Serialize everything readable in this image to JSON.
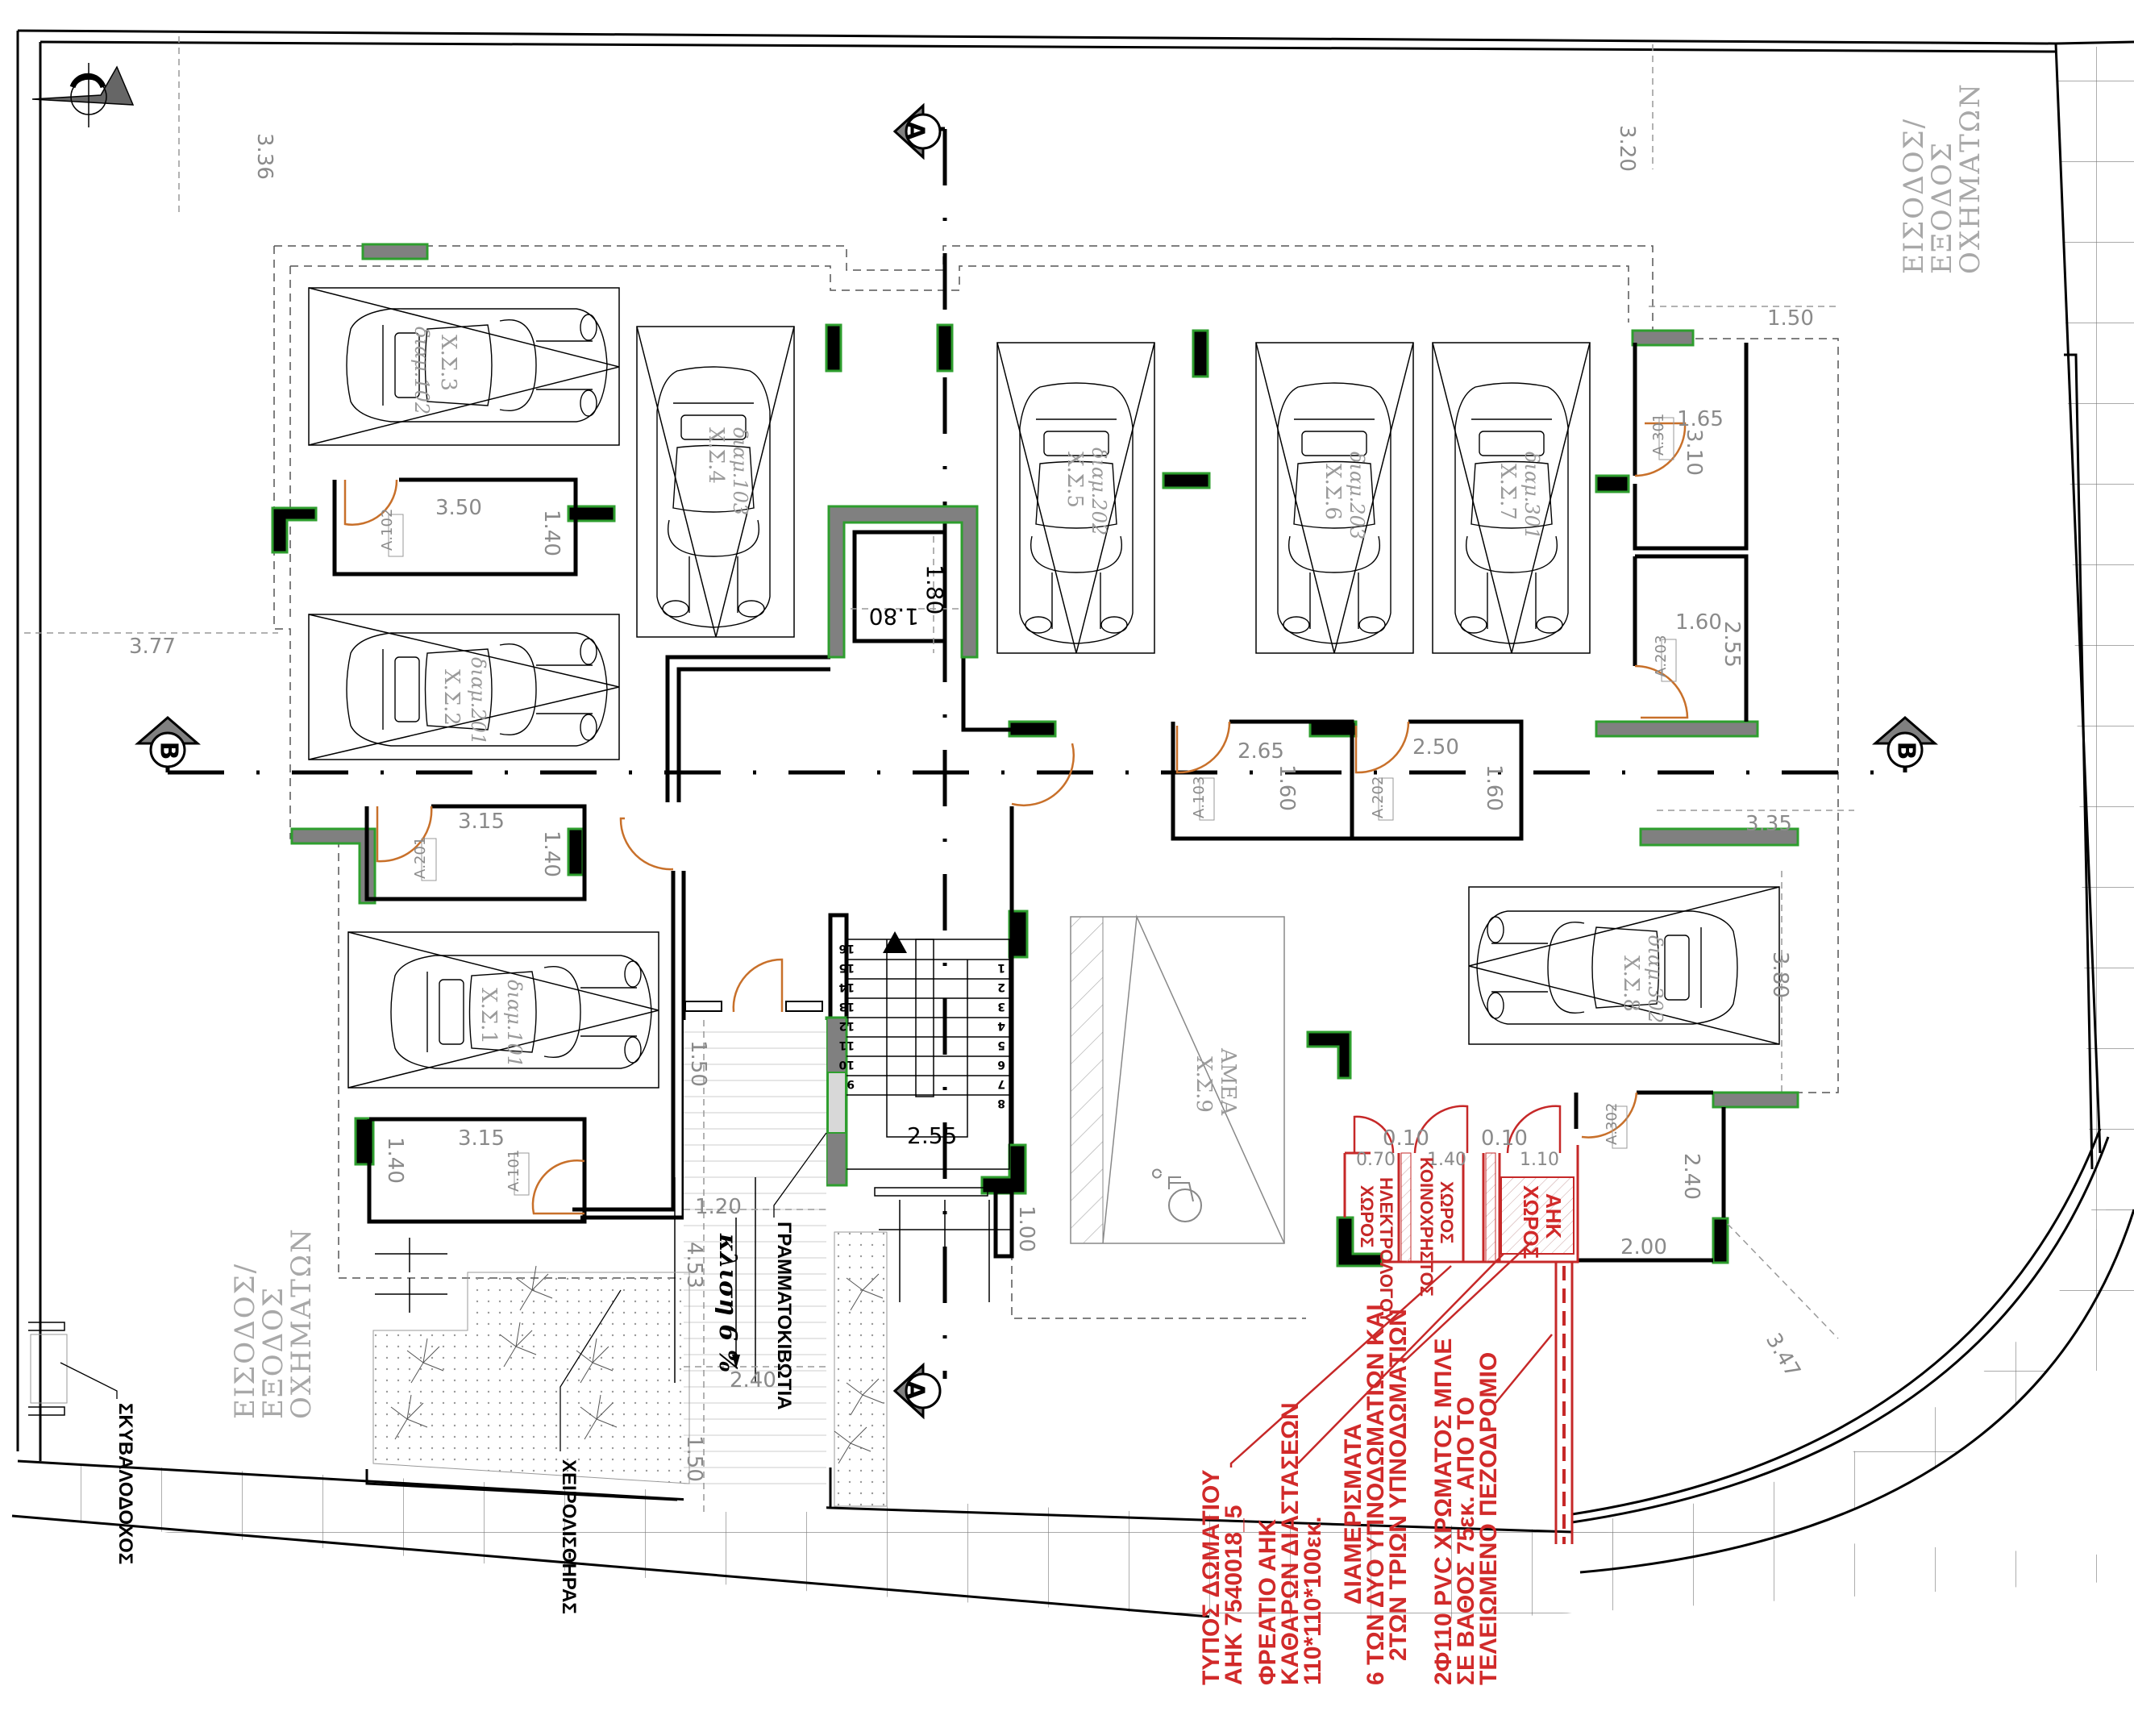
{
  "drawing": {
    "type": "Basement parking floor plan",
    "compass_icon": "north-arrow-icon"
  },
  "section_markers": {
    "A_top": "A",
    "A_bottom": "A",
    "B_left": "B",
    "B_right": "B"
  },
  "entrances": {
    "top_right": {
      "line1": "ΕΙΣΟΔΟΣ/",
      "line2": "ΕΞΟΔΟΣ",
      "line3": "ΟΧΗΜΑΤΩΝ"
    },
    "bottom_left": {
      "line1": "ΕΙΣΟΔΟΣ/",
      "line2": "ΕΞΟΔΟΣ",
      "line3": "ΟΧΗΜΑΤΩΝ"
    }
  },
  "parking_spaces": [
    {
      "id": "Χ.Σ.1",
      "unit": "διαμ.101"
    },
    {
      "id": "Χ.Σ.2",
      "unit": "διαμ.201"
    },
    {
      "id": "Χ.Σ.3",
      "unit": "διαμ.102"
    },
    {
      "id": "Χ.Σ.4",
      "unit": "διαμ.103"
    },
    {
      "id": "Χ.Σ.5",
      "unit": "διαμ.202"
    },
    {
      "id": "Χ.Σ.6",
      "unit": "διαμ.203"
    },
    {
      "id": "Χ.Σ.7",
      "unit": "διαμ.301"
    },
    {
      "id": "Χ.Σ.8",
      "unit": "διαμ.302"
    },
    {
      "id": "Χ.Σ.9",
      "unit": "ΑΜΕΑ"
    }
  ],
  "storage_rooms": [
    {
      "id": "Α.102",
      "width": "3.50",
      "depth": "1.40"
    },
    {
      "id": "Α.201",
      "width": "3.15",
      "depth": "1.40"
    },
    {
      "id": "Α.101",
      "width": "3.15",
      "depth": "1.40"
    },
    {
      "id": "Α.103",
      "width": "2.65",
      "depth": "1.60"
    },
    {
      "id": "Α.202",
      "width": "2.50",
      "depth": "1.60"
    },
    {
      "id": "Α.301",
      "width": "1.65",
      "depth": "3.10"
    },
    {
      "id": "Α.203",
      "width": "1.60",
      "depth": "2.55"
    },
    {
      "id": "Α.302",
      "width": "2.00",
      "depth": "2.40"
    }
  ],
  "dimensions": {
    "top_left_setback": "3.36",
    "top_right_setback": "3.20",
    "left_setback": "3.77",
    "right_top_width": "1.50",
    "right_mid_width": "3.35",
    "x8_depth": "3.80",
    "corner_diagonal": "3.47",
    "elevator_w": "1.80",
    "elevator_d": "1.80",
    "stair_w": "2.55",
    "ramp_top": "1.50",
    "ramp_landing": "1.20",
    "ramp_length": "4.53",
    "ramp_width": "2.40",
    "ramp_bottom": "1.50",
    "bike_depth": "1.00",
    "wall_1": "0.10",
    "wall_2": "0.10",
    "room_elec_w": "0.70",
    "room_common_w": "1.40",
    "room_ahk_w": "1.10"
  },
  "stairs": {
    "steps_left": [
      "16",
      "15",
      "14",
      "13",
      "12",
      "11",
      "10",
      "9"
    ],
    "steps_right": [
      "1",
      "2",
      "3",
      "4",
      "5",
      "6",
      "7",
      "8"
    ]
  },
  "ramp": {
    "slope_label": "κλιση 6 %"
  },
  "service_rooms": {
    "electrician": {
      "line1": "ΧΩΡΟΣ",
      "line2": "ΗΛΕΚΤΡΟΛΟΓΟΥ"
    },
    "common": {
      "line1": "ΚΟΙΝΟΧΡΗΣΤΟΣ",
      "line2": "ΧΩΡΟΣ"
    },
    "ahk": {
      "line1": "ΧΩΡΟΣ",
      "line2": "ΑΗΚ"
    }
  },
  "annotations": {
    "mailboxes": "ΓΡΑΜΜΑΤΟΚΙΒΩΤΙΑ",
    "dumpster": "ΣΚΥΒΑΛΟΔΟΧΟΣ",
    "door_mat": "ΧΕΙΡΟΛΙΣΘΗΡΑΣ"
  },
  "red_notes": {
    "note1": [
      "ΤΥΠΟΣ ΔΩΜΑΤΙΟΥ",
      "ΑΗΚ 7540018_5"
    ],
    "note2": [
      "ΦΡΕΑΤΙΟ ΑΗΚ",
      "ΚΑΘΑΡΩΝ ΔΙΑΣΤΑΣΕΩΝ",
      "110*110*100εκ."
    ],
    "note3": [
      "ΔΙΑΜΕΡΙΣΜΑΤΑ",
      "6 ΤΩΝ ΔΥΟ ΥΠΝΟΔΩΜΑΤΙΩΝ ΚΑΙ",
      "2ΤΩΝ ΤΡΙΩΝ ΥΠΝΟΔΩΜΑΤΙΩΝ"
    ],
    "note4": [
      "2Φ110 PVC ΧΡΩΜΑΤΟΣ ΜΠΛΕ",
      "ΣΕ ΒΑΘΟΣ 75εκ. ΑΠΟ ΤΟ",
      "ΤΕΛΕΙΩΜΕΝΟ ΠΕΖΟΔΡΟΜΙΟ"
    ]
  },
  "colors": {
    "wall": "#000000",
    "column_outline": "#2e9e2e",
    "column_gray": "#808080",
    "door_swing": "#c8702a",
    "annotation_red": "#d12a2a",
    "dimension_gray": "#8a8a8a"
  }
}
